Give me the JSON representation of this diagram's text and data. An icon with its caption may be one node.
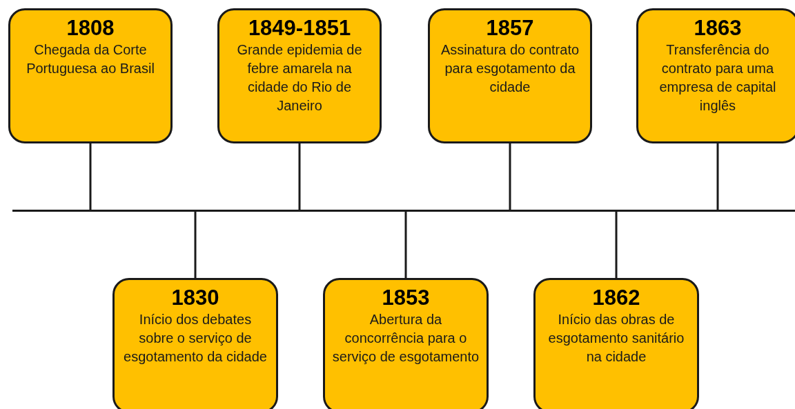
{
  "diagram": {
    "nodes": [
      {
        "text": [
          "1808",
          "Chegada da Corte Portuguesa ao Brasil"
        ]
      },
      {
        "text": [
          "1849-1851",
          "Grande epidemia de febre amarela na cidade do Rio de Janeiro"
        ]
      },
      {
        "text": [
          "1857",
          "Assinatura do contrato para esgotamento da cidade"
        ]
      },
      {
        "text": [
          "1863",
          "Transferência do contrato para uma empresa de capital inglês"
        ]
      },
      {
        "text": [],
        "shape": "bar"
      },
      {
        "text": [
          "1830",
          "Início dos debates sobre o serviço de esgotamento da cidade"
        ]
      },
      {
        "text": [
          "1853",
          "Abertura da concorrência para o serviço de esgotamento"
        ]
      },
      {
        "text": [
          "1862",
          "Início das obras de esgotamento sanitário na cidade"
        ]
      }
    ],
    "edges": [
      {
        "from": 0,
        "to": 4,
        "arrow": "none"
      },
      {
        "from": 1,
        "to": 4,
        "arrow": "none"
      },
      {
        "from": 2,
        "to": 4,
        "arrow": "none"
      },
      {
        "from": 3,
        "to": 4,
        "arrow": "none"
      },
      {
        "from": 5,
        "to": 4,
        "arrow": "none"
      },
      {
        "from": 6,
        "to": 4,
        "arrow": "none"
      },
      {
        "from": 7,
        "to": 4,
        "arrow": "none"
      }
    ]
  }
}
